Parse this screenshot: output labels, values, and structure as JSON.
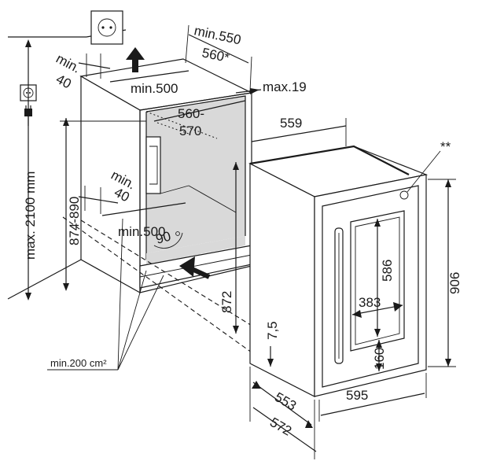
{
  "labels": {
    "height_max": "max. 2100 mm",
    "depth_min": "min.550",
    "depth_alt": "560*",
    "side_gap": "min.",
    "side_gap_val": "40",
    "width_top": "min.500",
    "depth_max": "max.19",
    "niche_w_a": "560-",
    "niche_w_b": "570",
    "niche_h": "874-890",
    "gap2": "min.",
    "gap2_val": "40",
    "width_bottom": "min.500",
    "angle": "90",
    "vent_area": "min.200 cm²",
    "dev_depth": "559",
    "dev_height_a": "872",
    "dev_height_b": "906",
    "glass_h": "586",
    "glass_w": "383",
    "offset": "7,5",
    "bottom_gap": "160",
    "dev_d1": "553",
    "dev_d2": "572",
    "dev_w": "595",
    "note": "**"
  },
  "icons": {
    "socket": "socket-icon",
    "plug": "plug-icon",
    "wall_socket": "wall-socket-icon",
    "air_up": "air-out-arrow-icon",
    "air_in": "air-in-arrow-icon"
  },
  "colors": {
    "line": "#1a1a1a",
    "shade": "#d9d9d9",
    "background": "#ffffff"
  }
}
